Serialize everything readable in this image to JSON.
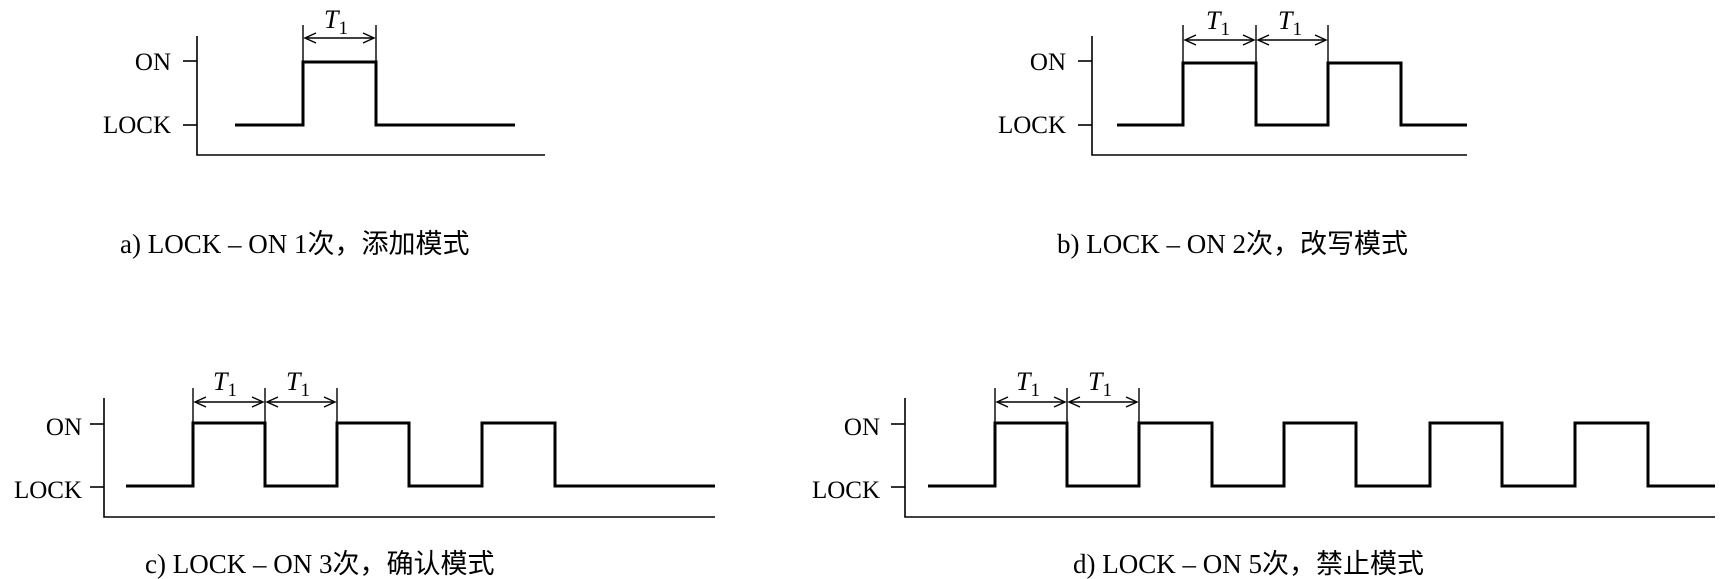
{
  "labels": {
    "on": "ON",
    "lock": "LOCK",
    "t": "T",
    "t_sub": "1"
  },
  "panels": [
    {
      "id": "a",
      "caption": "a) LOCK – ON 1次，添加模式",
      "pulses": 1,
      "dims": 1
    },
    {
      "id": "b",
      "caption": "b) LOCK – ON 2次，改写模式",
      "pulses": 2,
      "dims": 2
    },
    {
      "id": "c",
      "caption": "c) LOCK – ON 3次，确认模式",
      "pulses": 3,
      "dims": 2
    },
    {
      "id": "d",
      "caption": "d) LOCK – ON 5次，禁止模式",
      "pulses": 5,
      "dims": 2
    }
  ]
}
